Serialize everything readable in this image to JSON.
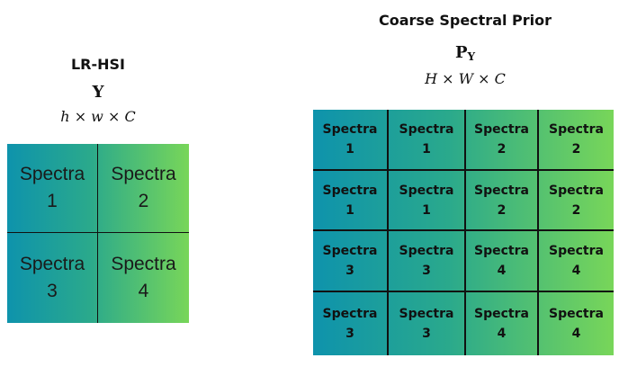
{
  "left_panel": {
    "title": "LR-HSI",
    "symbol": "Y",
    "dims": "h × w × C",
    "cells": [
      {
        "word": "Spectra",
        "num": "1"
      },
      {
        "word": "Spectra",
        "num": "2"
      },
      {
        "word": "Spectra",
        "num": "3"
      },
      {
        "word": "Spectra",
        "num": "4"
      }
    ]
  },
  "right_panel": {
    "title": "Coarse Spectral Prior",
    "symbol": "P",
    "symbol_sub": "Y",
    "dims": "H × W × C",
    "rows": [
      [
        {
          "word": "Spectra",
          "num": "1"
        },
        {
          "word": "Spectra",
          "num": "1"
        },
        {
          "word": "Spectra",
          "num": "2"
        },
        {
          "word": "Spectra",
          "num": "2"
        }
      ],
      [
        {
          "word": "Spectra",
          "num": "1"
        },
        {
          "word": "Spectra",
          "num": "1"
        },
        {
          "word": "Spectra",
          "num": "2"
        },
        {
          "word": "Spectra",
          "num": "2"
        }
      ],
      [
        {
          "word": "Spectra",
          "num": "3"
        },
        {
          "word": "Spectra",
          "num": "3"
        },
        {
          "word": "Spectra",
          "num": "4"
        },
        {
          "word": "Spectra",
          "num": "4"
        }
      ],
      [
        {
          "word": "Spectra",
          "num": "3"
        },
        {
          "word": "Spectra",
          "num": "3"
        },
        {
          "word": "Spectra",
          "num": "4"
        },
        {
          "word": "Spectra",
          "num": "4"
        }
      ]
    ]
  },
  "colors": {
    "gradient_start": "#0e93ac",
    "gradient_mid": "#2aa98c",
    "gradient_end": "#78d659",
    "grid_lines": "#111111"
  }
}
